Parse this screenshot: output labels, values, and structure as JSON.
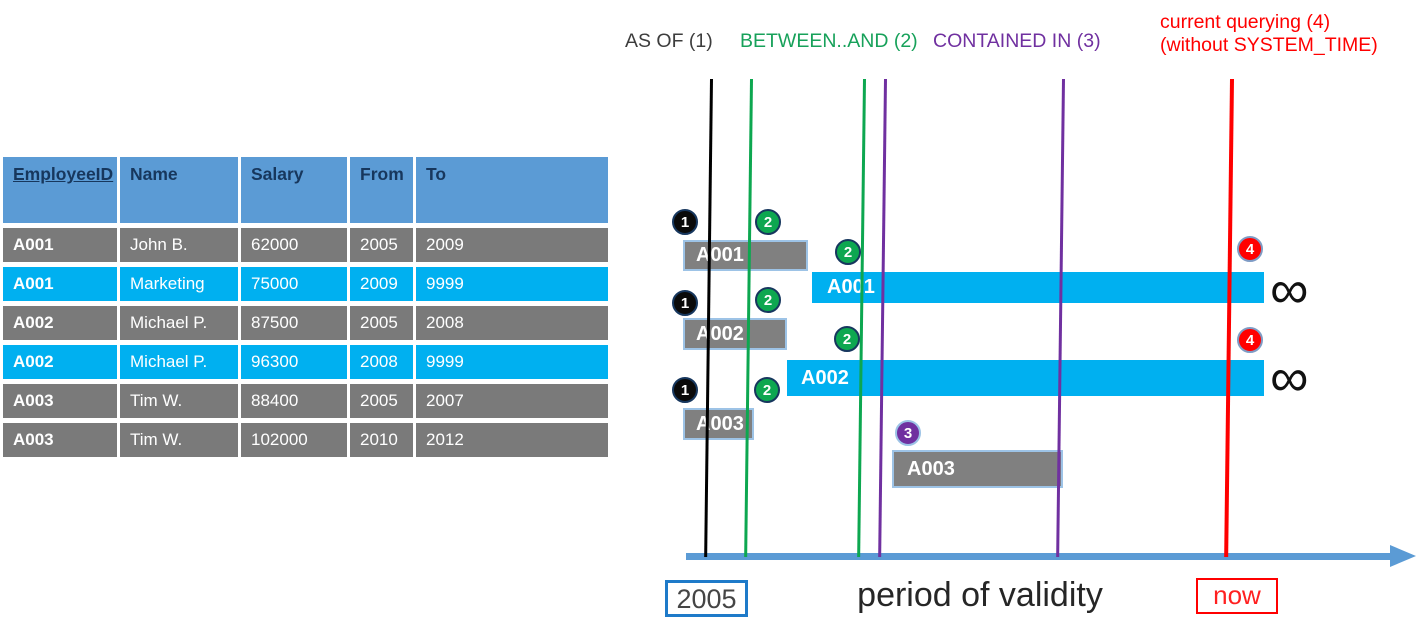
{
  "table": {
    "headers": [
      "EmployeeID",
      "Name",
      "Salary",
      "From",
      "To"
    ],
    "rows": [
      {
        "cells": [
          "A001",
          "John  B.",
          "62000",
          "2005",
          "2009"
        ],
        "highlight": false
      },
      {
        "cells": [
          "A001",
          "Marketing",
          "75000",
          "2009",
          "9999"
        ],
        "highlight": true
      },
      {
        "cells": [
          "A002",
          "Michael P.",
          "87500",
          "2005",
          "2008"
        ],
        "highlight": false
      },
      {
        "cells": [
          "A002",
          "Michael P.",
          "96300",
          "2008",
          "9999"
        ],
        "highlight": true
      },
      {
        "cells": [
          "A003",
          "Tim W.",
          "88400",
          "2005",
          "2007"
        ],
        "highlight": false
      },
      {
        "cells": [
          "A003",
          "Tim W.",
          "102000",
          "2010",
          "2012"
        ],
        "highlight": false
      }
    ]
  },
  "legend": {
    "as_of": "AS OF (1)",
    "between_and": "BETWEEN..AND (2)",
    "contained_in": "CONTAINED IN (3)",
    "current_line1": "current querying (4)",
    "current_line2": "(without SYSTEM_TIME)"
  },
  "diagram": {
    "bars": [
      {
        "label": "A001",
        "style": "gray"
      },
      {
        "label": "A001",
        "style": "cyan"
      },
      {
        "label": "A002",
        "style": "gray"
      },
      {
        "label": "A002",
        "style": "cyan"
      },
      {
        "label": "A003",
        "style": "gray"
      },
      {
        "label": "A003",
        "style": "gray"
      }
    ],
    "badges": [
      {
        "number": "1",
        "color": "black"
      },
      {
        "number": "2",
        "color": "green"
      },
      {
        "number": "2",
        "color": "green"
      },
      {
        "number": "1",
        "color": "black"
      },
      {
        "number": "2",
        "color": "green"
      },
      {
        "number": "2",
        "color": "green"
      },
      {
        "number": "1",
        "color": "black"
      },
      {
        "number": "2",
        "color": "green"
      },
      {
        "number": "3",
        "color": "purple"
      },
      {
        "number": "4",
        "color": "red"
      },
      {
        "number": "4",
        "color": "red"
      }
    ],
    "infinity": "∞",
    "axis": {
      "start_label": "2005",
      "axis_label": "period of validity",
      "end_label": "now"
    }
  },
  "colors": {
    "header_blue": "#5B9BD5",
    "row_gray": "#7A7A7A",
    "row_cyan": "#00B0F0",
    "green": "#0DA750",
    "purple": "#7030A0",
    "red": "#FF0000",
    "axis_blue": "#5B9BD5",
    "bar_border_blue": "#9DC3E6",
    "header_text_navy": "#17375D",
    "year_box_border": "#1E7AC9"
  }
}
